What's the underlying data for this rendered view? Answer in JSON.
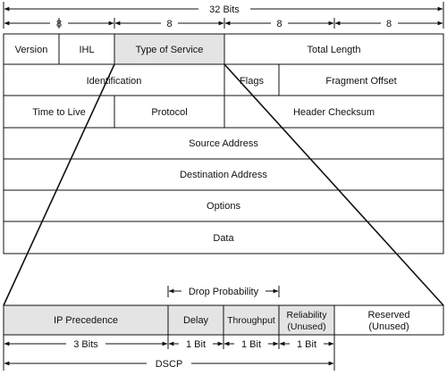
{
  "top_scale": {
    "total": "32 Bits",
    "groups": [
      "8",
      "8",
      "8",
      "8"
    ]
  },
  "header_rows": {
    "row1": {
      "version": "Version",
      "ihl": "IHL",
      "tos": "Type of Service",
      "total_length": "Total Length"
    },
    "row2": {
      "identification": "Identification",
      "flags": "Flags",
      "fragment_offset": "Fragment Offset"
    },
    "row3": {
      "ttl": "Time to Live",
      "protocol": "Protocol",
      "checksum": "Header Checksum"
    },
    "row4": "Source Address",
    "row5": "Destination Address",
    "row6": "Options",
    "row7": "Data"
  },
  "tos_detail": {
    "drop_probability": "Drop Probability",
    "fields": {
      "ip_precedence": "IP Precedence",
      "delay": "Delay",
      "throughput": "Throughput",
      "reliability_line1": "Reliability",
      "reliability_line2": "(Unused)",
      "reserved_line1": "Reserved",
      "reserved_line2": "(Unused)"
    },
    "bits": {
      "precedence": "3 Bits",
      "delay": "1 Bit",
      "throughput": "1 Bit",
      "reliability": "1 Bit"
    },
    "dscp": "DSCP"
  },
  "colors": {
    "highlight": "#e4e4e4",
    "line": "#111111"
  }
}
